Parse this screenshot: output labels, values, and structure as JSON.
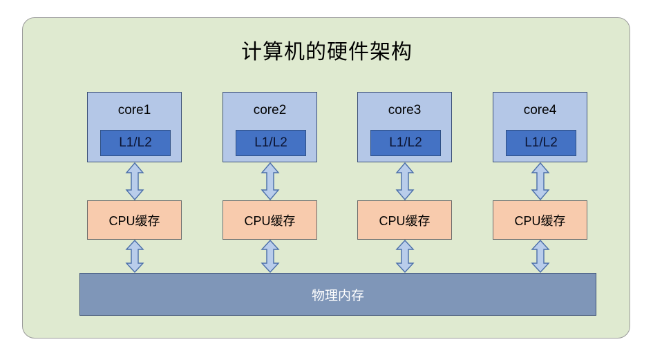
{
  "diagram": {
    "title": "计算机的硬件架构",
    "cores": [
      {
        "name": "core1",
        "cache_label": "L1/L2"
      },
      {
        "name": "core2",
        "cache_label": "L1/L2"
      },
      {
        "name": "core3",
        "cache_label": "L1/L2"
      },
      {
        "name": "core4",
        "cache_label": "L1/L2"
      }
    ],
    "cpu_caches": [
      {
        "label": "CPU缓存"
      },
      {
        "label": "CPU缓存"
      },
      {
        "label": "CPU缓存"
      },
      {
        "label": "CPU缓存"
      }
    ],
    "memory": {
      "label": "物理内存"
    },
    "connectors": [
      {
        "from": "core1-l1l2",
        "to": "cpu-cache-1",
        "style": "double-headed-arrow"
      },
      {
        "from": "core2-l1l2",
        "to": "cpu-cache-2",
        "style": "double-headed-arrow"
      },
      {
        "from": "core3-l1l2",
        "to": "cpu-cache-3",
        "style": "double-headed-arrow"
      },
      {
        "from": "core4-l1l2",
        "to": "cpu-cache-4",
        "style": "double-headed-arrow"
      },
      {
        "from": "cpu-cache-1",
        "to": "physical-memory",
        "style": "double-headed-arrow"
      },
      {
        "from": "cpu-cache-2",
        "to": "physical-memory",
        "style": "double-headed-arrow"
      },
      {
        "from": "cpu-cache-3",
        "to": "physical-memory",
        "style": "double-headed-arrow"
      },
      {
        "from": "cpu-cache-4",
        "to": "physical-memory",
        "style": "double-headed-arrow"
      }
    ],
    "colors": {
      "panel_background": "#dfead0",
      "panel_border": "#9a9a9a",
      "core_fill": "#b4c7e7",
      "core_border": "#3b4f76",
      "l1l2_fill": "#4472c4",
      "l1l2_border": "#2e4f84",
      "cache_fill": "#f8cbad",
      "cache_border": "#6b6b6b",
      "memory_fill": "#7f96b8",
      "memory_border": "#3b4f76",
      "arrow_fill": "#b9cdeb",
      "arrow_border": "#4a6ea9",
      "title_color": "#000000",
      "memory_text_color": "#ffffff"
    }
  }
}
